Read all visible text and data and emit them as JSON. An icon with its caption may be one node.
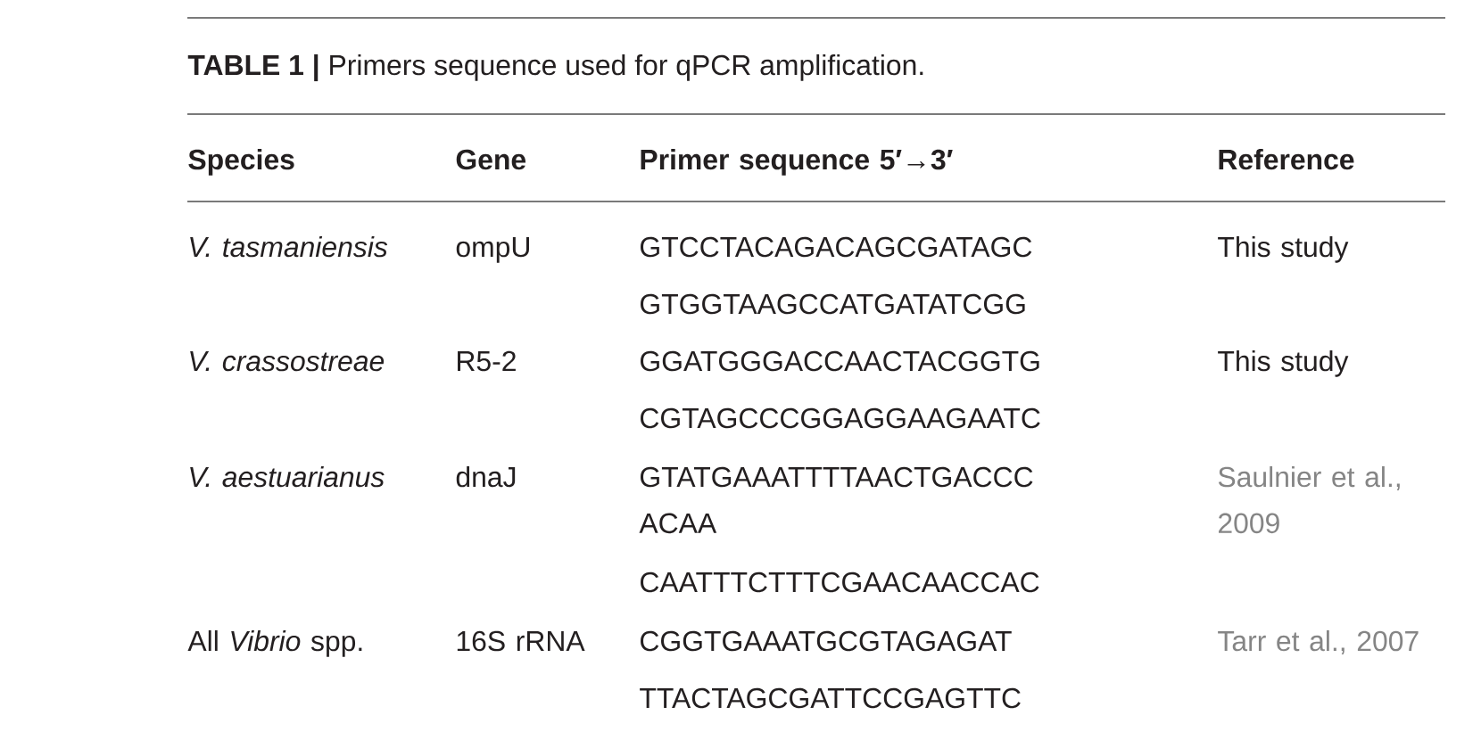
{
  "diagram": {
    "title": "**TABLE 1 |** Primers sequence used for qPCR amplification.",
    "labels": [
      "Species",
      "Gene",
      "Primer sequence 5′→3′",
      "Reference",
      "V. tasmaniensis",
      "ompU",
      "GTCCTACAGACAGCGATAGC",
      "This study",
      "GTGGTAAGCCATGATATCGG",
      "V. crassostreae",
      "R5-2",
      "GGATGGGACCAACTACGGTG",
      "This study",
      "CGTAGCCCGGAGGAAGAATC",
      "V. aestuarianus",
      "dnaJ",
      "GTATGAAATTTTAACTGACCC ACAA",
      "Saulnier et al., 2009",
      "CAATTTCTTTCGAACAACCAC",
      "All *Vibrio* spp.",
      "16S rRNA",
      "CGGTGAAATGCGTAGAGAT",
      "Tarr et al., 2007",
      "TTACTAGCGATTCCGAGTTC"
    ]
  }
}
